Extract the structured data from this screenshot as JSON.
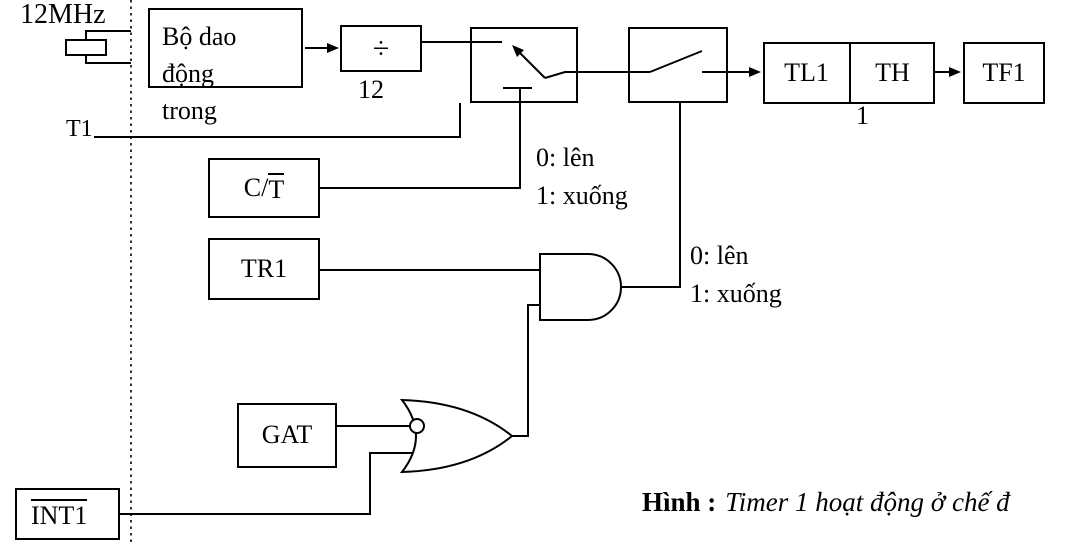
{
  "pins": {
    "crystal_freq": "12MHz",
    "t1": "T1"
  },
  "blocks": {
    "oscillator": "Bộ dao\nđộng\ntrong",
    "divider_symbol": "÷",
    "divider_value": "12",
    "ct_prefix": "C/",
    "ct_overlined": "T",
    "tr1": "TR1",
    "gat": "GAT",
    "int1": "INT1",
    "tl1": "TL1",
    "th": "TH",
    "th_digit": "1",
    "tf1": "TF1"
  },
  "annotations": {
    "sw1_line0": "0: lên",
    "sw1_line1": "1: xuống",
    "sw2_line0": "0: lên",
    "sw2_line1": "1: xuống"
  },
  "caption": {
    "prefix": "Hình :",
    "text": "Timer 1 hoạt động ở chế đ"
  },
  "colors": {
    "line": "#000000",
    "background": "#ffffff"
  }
}
